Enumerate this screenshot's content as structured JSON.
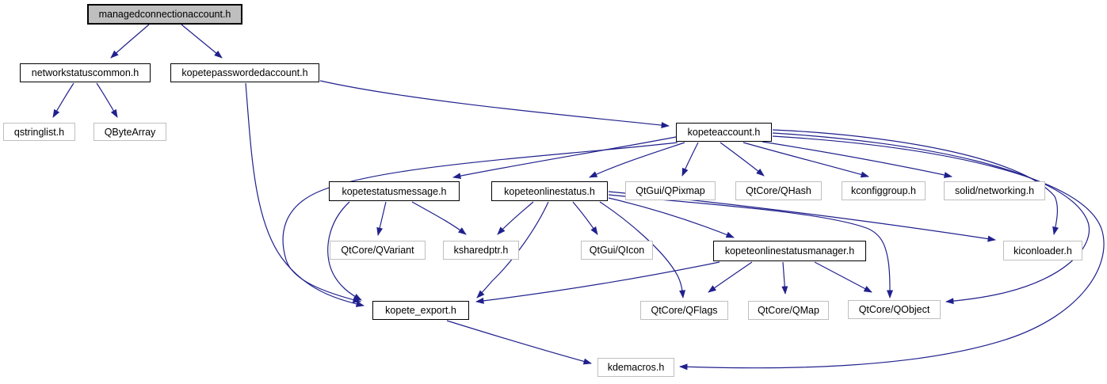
{
  "diagram": {
    "colors": {
      "edge": "#20208d",
      "root_fill": "#bfbfbf",
      "node_fill": "#ffffff",
      "linked_border": "#000000",
      "external_border": "#bfbfbf",
      "text": "#000000"
    },
    "nodes": [
      {
        "id": "managedconnectionaccount",
        "label": "managedconnectionaccount.h",
        "kind": "root"
      },
      {
        "id": "networkstatuscommon",
        "label": "networkstatuscommon.h",
        "kind": "linked"
      },
      {
        "id": "kopetepasswordedaccount",
        "label": "kopetepasswordedaccount.h",
        "kind": "linked"
      },
      {
        "id": "qstringlist",
        "label": "qstringlist.h",
        "kind": "external"
      },
      {
        "id": "qbytearray",
        "label": "QByteArray",
        "kind": "external"
      },
      {
        "id": "kopeteaccount",
        "label": "kopeteaccount.h",
        "kind": "linked"
      },
      {
        "id": "kopetestatusmessage",
        "label": "kopetestatusmessage.h",
        "kind": "linked"
      },
      {
        "id": "kopeteonlinestatus",
        "label": "kopeteonlinestatus.h",
        "kind": "linked"
      },
      {
        "id": "qtgui-qpixmap",
        "label": "QtGui/QPixmap",
        "kind": "external"
      },
      {
        "id": "qtcore-qhash",
        "label": "QtCore/QHash",
        "kind": "external"
      },
      {
        "id": "kconfiggroup",
        "label": "kconfiggroup.h",
        "kind": "external"
      },
      {
        "id": "solid-networking",
        "label": "solid/networking.h",
        "kind": "external"
      },
      {
        "id": "qtcore-qvariant",
        "label": "QtCore/QVariant",
        "kind": "external"
      },
      {
        "id": "ksharedptr",
        "label": "ksharedptr.h",
        "kind": "external"
      },
      {
        "id": "qtgui-qicon",
        "label": "QtGui/QIcon",
        "kind": "external"
      },
      {
        "id": "kopeteonlinestatusmanager",
        "label": "kopeteonlinestatusmanager.h",
        "kind": "linked"
      },
      {
        "id": "kiconloader",
        "label": "kiconloader.h",
        "kind": "external"
      },
      {
        "id": "kopete-export",
        "label": "kopete_export.h",
        "kind": "linked"
      },
      {
        "id": "qtcore-qflags",
        "label": "QtCore/QFlags",
        "kind": "external"
      },
      {
        "id": "qtcore-qmap",
        "label": "QtCore/QMap",
        "kind": "external"
      },
      {
        "id": "qtcore-qobject",
        "label": "QtCore/QObject",
        "kind": "external"
      },
      {
        "id": "kdemacros",
        "label": "kdemacros.h",
        "kind": "external"
      }
    ],
    "edges": [
      {
        "from": "managedconnectionaccount.h",
        "to": "networkstatuscommon.h"
      },
      {
        "from": "managedconnectionaccount.h",
        "to": "kopetepasswordedaccount.h"
      },
      {
        "from": "networkstatuscommon.h",
        "to": "qstringlist.h"
      },
      {
        "from": "networkstatuscommon.h",
        "to": "QByteArray"
      },
      {
        "from": "kopetepasswordedaccount.h",
        "to": "kopeteaccount.h"
      },
      {
        "from": "kopetepasswordedaccount.h",
        "to": "kopete_export.h"
      },
      {
        "from": "kopeteaccount.h",
        "to": "kopetestatusmessage.h"
      },
      {
        "from": "kopeteaccount.h",
        "to": "kopeteonlinestatus.h"
      },
      {
        "from": "kopeteaccount.h",
        "to": "QtGui/QPixmap"
      },
      {
        "from": "kopeteaccount.h",
        "to": "QtCore/QHash"
      },
      {
        "from": "kopeteaccount.h",
        "to": "kconfiggroup.h"
      },
      {
        "from": "kopeteaccount.h",
        "to": "solid/networking.h"
      },
      {
        "from": "kopeteaccount.h",
        "to": "kiconloader.h"
      },
      {
        "from": "kopeteaccount.h",
        "to": "QtCore/QObject"
      },
      {
        "from": "kopeteaccount.h",
        "to": "kdemacros.h"
      },
      {
        "from": "kopeteaccount.h",
        "to": "kopete_export.h"
      },
      {
        "from": "kopetestatusmessage.h",
        "to": "QtCore/QVariant"
      },
      {
        "from": "kopetestatusmessage.h",
        "to": "ksharedptr.h"
      },
      {
        "from": "kopetestatusmessage.h",
        "to": "kopete_export.h"
      },
      {
        "from": "kopeteonlinestatus.h",
        "to": "ksharedptr.h"
      },
      {
        "from": "kopeteonlinestatus.h",
        "to": "QtGui/QIcon"
      },
      {
        "from": "kopeteonlinestatus.h",
        "to": "kopeteonlinestatusmanager.h"
      },
      {
        "from": "kopeteonlinestatus.h",
        "to": "QtCore/QFlags"
      },
      {
        "from": "kopeteonlinestatus.h",
        "to": "QtCore/QObject"
      },
      {
        "from": "kopeteonlinestatus.h",
        "to": "kiconloader.h"
      },
      {
        "from": "kopeteonlinestatus.h",
        "to": "kopete_export.h"
      },
      {
        "from": "kopeteonlinestatusmanager.h",
        "to": "QtCore/QFlags"
      },
      {
        "from": "kopeteonlinestatusmanager.h",
        "to": "QtCore/QMap"
      },
      {
        "from": "kopeteonlinestatusmanager.h",
        "to": "QtCore/QObject"
      },
      {
        "from": "kopeteonlinestatusmanager.h",
        "to": "kopete_export.h"
      },
      {
        "from": "kopete_export.h",
        "to": "kdemacros.h"
      }
    ]
  }
}
